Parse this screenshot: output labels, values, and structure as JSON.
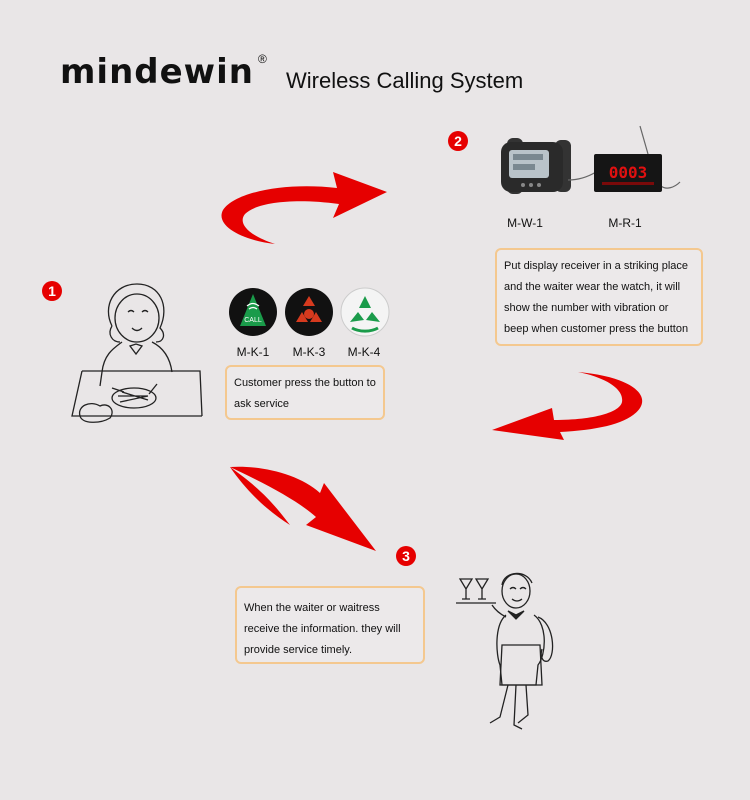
{
  "brand": {
    "name": "mindewin",
    "registered": "®",
    "tagline": "Wireless Calling System"
  },
  "steps": [
    {
      "number": "1",
      "description": "Customer press the button to ask service"
    },
    {
      "number": "2",
      "description": "Put display receiver in a striking place and the waiter wear the watch, it will show the number with vibration or beep when customer press the button"
    },
    {
      "number": "3",
      "description": "When the waiter or waitress receive the information. they will provide service timely."
    }
  ],
  "products": {
    "buttons": [
      {
        "model": "M-K-1"
      },
      {
        "model": "M-K-3"
      },
      {
        "model": "M-K-4"
      }
    ],
    "watch": {
      "model": "M-W-1"
    },
    "receiver": {
      "model": "M-R-1",
      "display": "0003"
    },
    "button_text": "CALL"
  },
  "colors": {
    "arrow": "#e60000",
    "step_badge": "#e60000",
    "box_border": "#f4c88f",
    "background": "#e9e6e7"
  }
}
